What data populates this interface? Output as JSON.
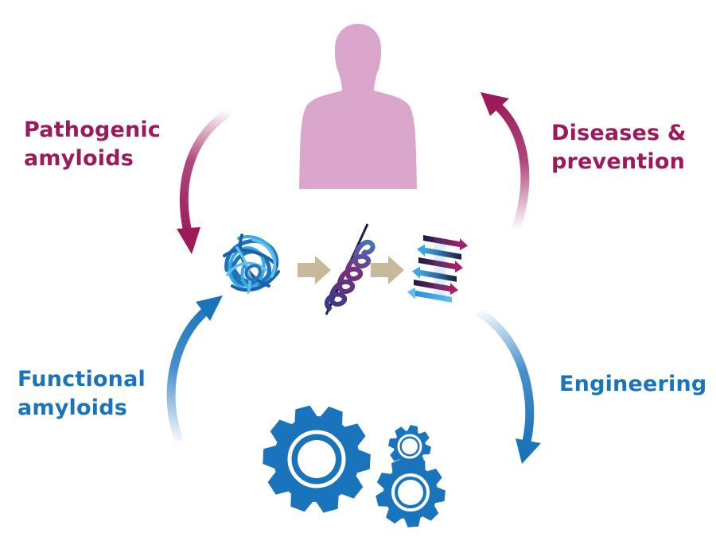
{
  "labels": {
    "pathogenic": {
      "line1": "Pathogenic",
      "line2": "amyloids"
    },
    "diseases": {
      "line1": "Diseases &",
      "line2": "prevention"
    },
    "functional": {
      "line1": "Functional",
      "line2": "amyloids"
    },
    "engineering": "Engineering"
  },
  "colors": {
    "magenta": "#9c1a5a",
    "pink_body": "#dba6cb",
    "blue": "#1a74bc",
    "light_blue": "#3ba7e0",
    "dark_navy": "#1d1d3f",
    "tan_arrow": "#c9b99b"
  },
  "icons": {
    "top": "human-torso-icon",
    "center": [
      "random-coil-icon",
      "alpha-helix-icon",
      "beta-sheet-icon"
    ],
    "bottom": "gears-icon"
  }
}
